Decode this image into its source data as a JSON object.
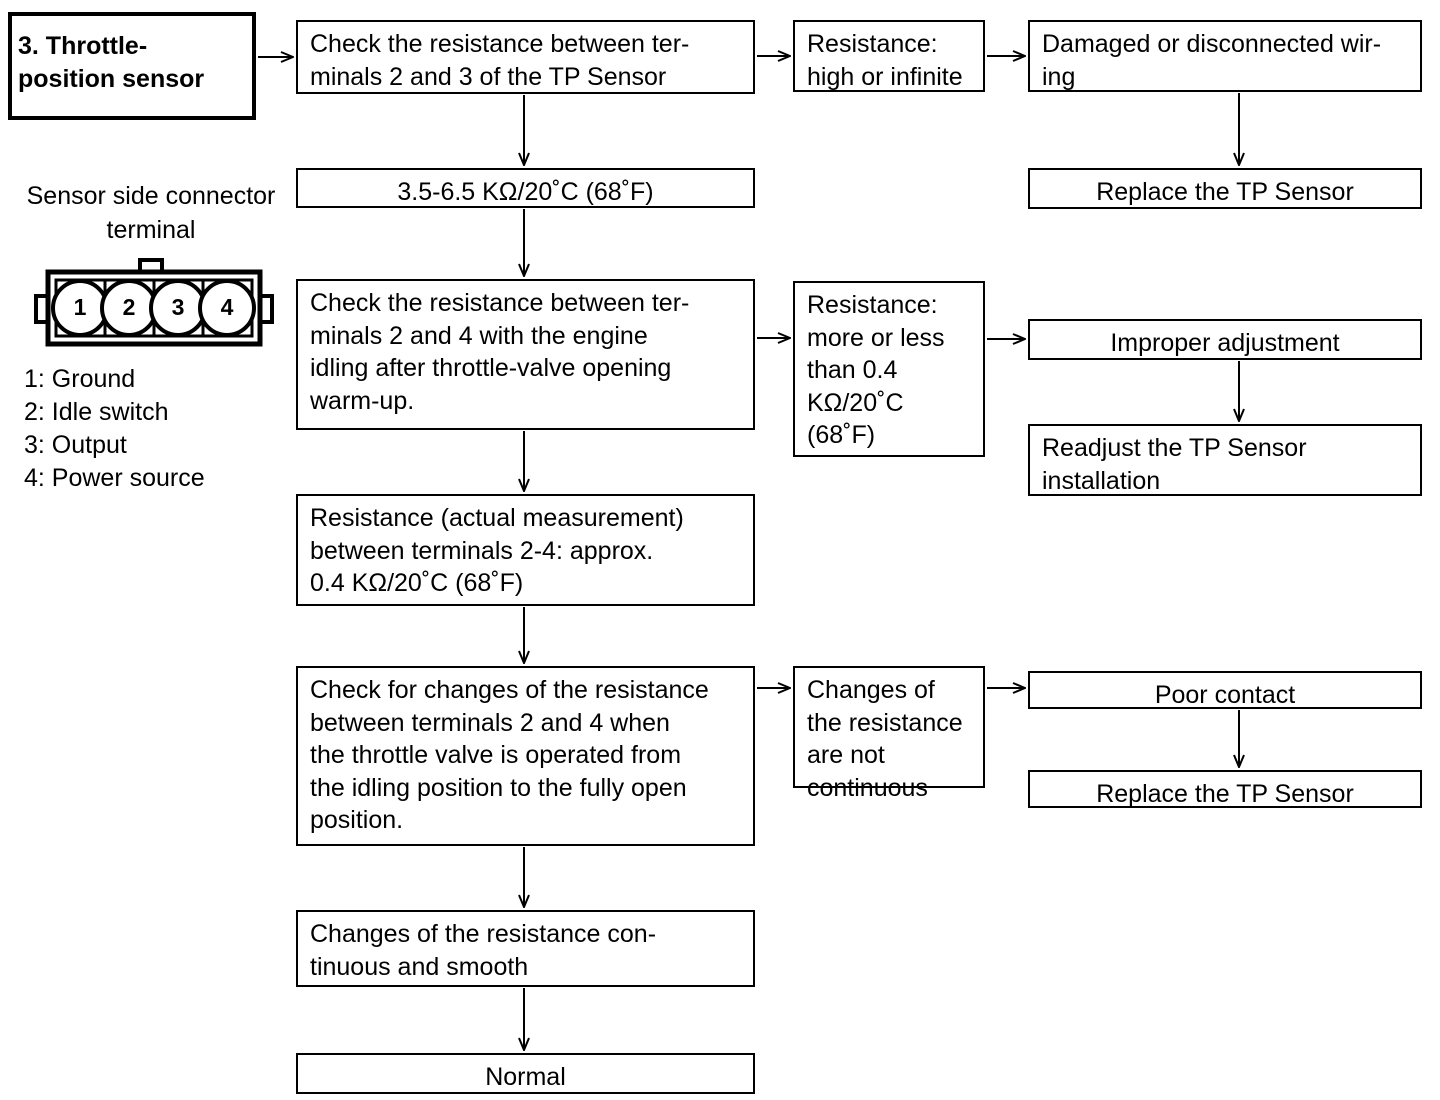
{
  "diagram": {
    "title": "3. Throttle-\nposition sensor",
    "connector_caption": "Sensor side connector\nterminal",
    "connector": {
      "pins": [
        "1",
        "2",
        "3",
        "4"
      ]
    },
    "legend": [
      "1: Ground",
      "2: Idle switch",
      "3: Output",
      "4: Power source"
    ],
    "nodes": {
      "check_2_3": "Check the resistance between ter-\nminals 2 and 3 of the TP Sensor",
      "spec_2_3": "3.5-6.5 KΩ/20˚C (68˚F)",
      "res_high_infinite": "Resistance:\nhigh or infinite",
      "damaged_wiring": "Damaged or disconnected wir-\ning",
      "replace_tp_sensor_1": "Replace the TP Sensor",
      "check_2_4_idle": "Check the resistance between ter-\nminals 2 and 4 with the engine\nidling after throttle-valve opening\nwarm-up.",
      "res_more_or_less": "Resistance:\nmore or less\nthan 0.4\nKΩ/20˚C\n(68˚F)",
      "improper_adjustment": "Improper adjustment",
      "readjust_tp_sensor": "Readjust the TP Sensor\ninstallation",
      "actual_measurement": "Resistance (actual measurement)\nbetween terminals 2-4: approx.\n0.4 KΩ/20˚C (68˚F)",
      "check_changes": "Check for changes of the resistance\nbetween terminals 2 and 4 when\nthe throttle valve is operated from\nthe idling position to the fully open\nposition.",
      "changes_not_continuous": "Changes of\nthe resistance\nare not\ncontinuous",
      "poor_contact": "Poor contact",
      "replace_tp_sensor_2": "Replace the TP Sensor",
      "changes_continuous": "Changes of the resistance con-\ntinuous and smooth",
      "normal": "Normal"
    }
  }
}
